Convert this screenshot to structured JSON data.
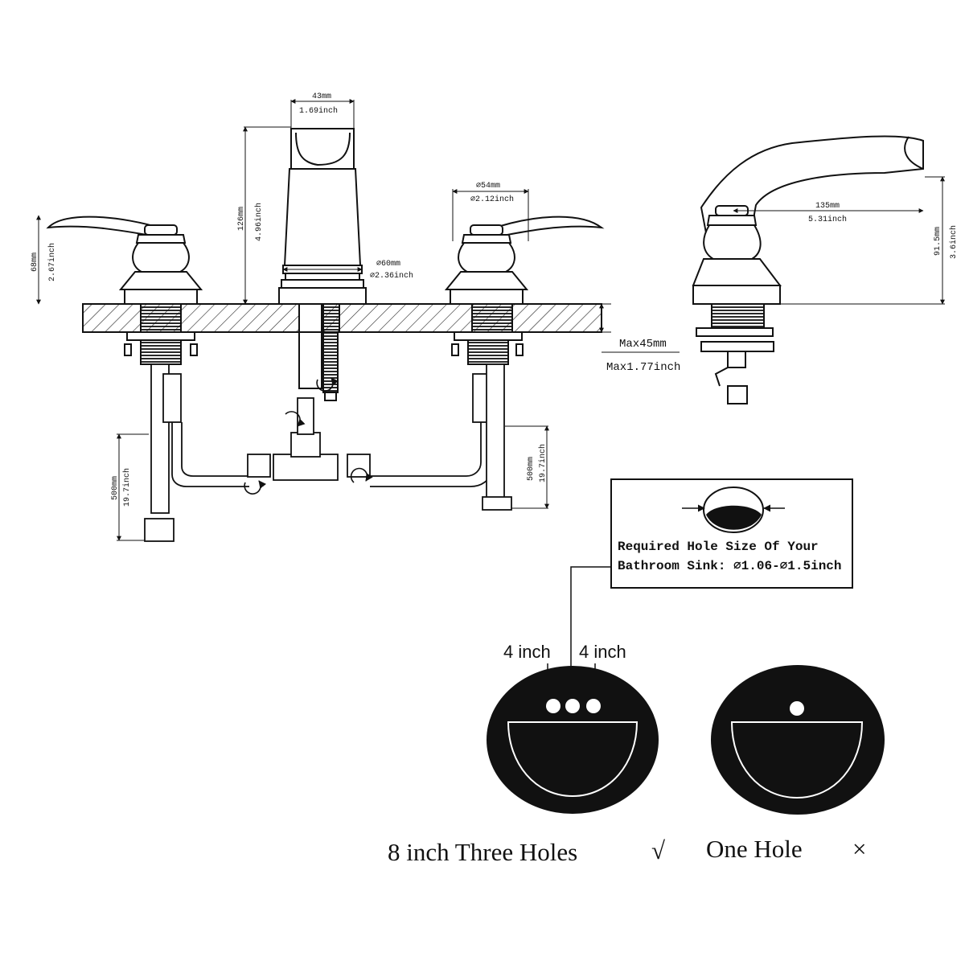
{
  "dimensions": {
    "spout_width_mm": "43mm",
    "spout_width_inch": "1.69inch",
    "spout_height_mm": "126mm",
    "spout_height_inch": "4.96inch",
    "handle_height_mm": "68mm",
    "handle_height_inch": "2.67inch",
    "spout_base_mm": "⌀60mm",
    "spout_base_inch": "⌀2.36inch",
    "handle_base_mm": "⌀54mm",
    "handle_base_inch": "⌀2.12inch",
    "max_deck_mm": "Max45mm",
    "max_deck_inch": "Max1.77inch",
    "reach_mm": "135mm",
    "reach_inch": "5.31inch",
    "side_height_mm": "91.5mm",
    "side_height_inch": "3.6inch",
    "hose_left_mm": "500mm",
    "hose_left_inch": "19.7inch",
    "hose_right_mm": "500mm",
    "hose_right_inch": "19.7inch"
  },
  "hole_note": {
    "line1": "Required Hole Size Of Your",
    "line2": "Bathroom Sink: ⌀1.06-⌀1.5inch"
  },
  "spacing": {
    "left": "4 inch",
    "right": "4 inch"
  },
  "captions": {
    "three_holes": "8 inch Three Holes",
    "three_holes_mark": "√",
    "one_hole": "One Hole",
    "one_hole_mark": "×"
  }
}
